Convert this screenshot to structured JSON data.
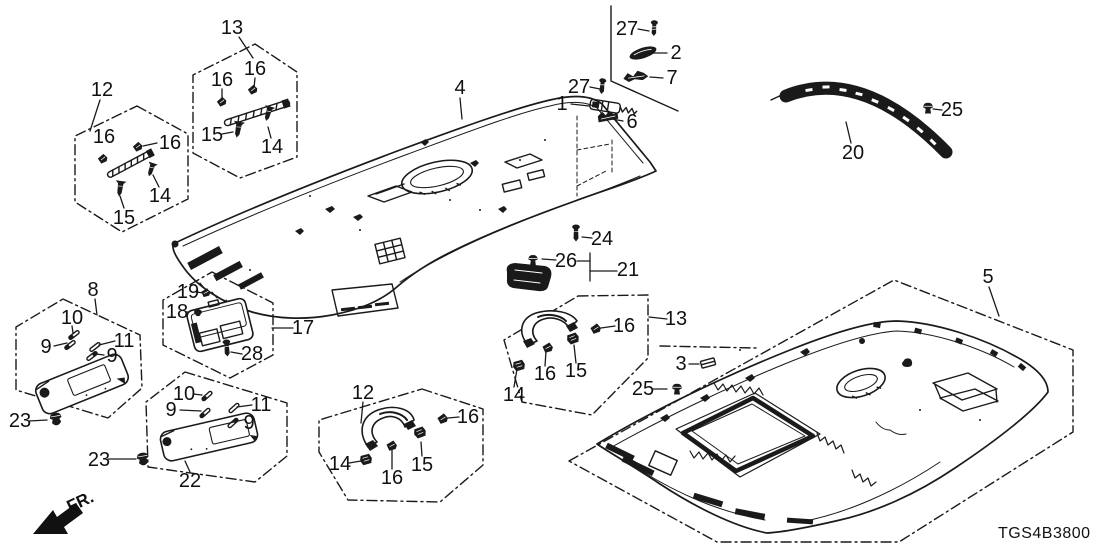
{
  "diagram": {
    "code": "TGS4B3800",
    "fr_label": "FR.",
    "background": "#ffffff",
    "ink": "#1a1a1a"
  },
  "callouts": [
    {
      "text": "13"
    },
    {
      "text": "12"
    },
    {
      "text": "16"
    },
    {
      "text": "16"
    },
    {
      "text": "14"
    },
    {
      "text": "15"
    },
    {
      "text": "16"
    },
    {
      "text": "16"
    },
    {
      "text": "15"
    },
    {
      "text": "14"
    },
    {
      "text": "4"
    },
    {
      "text": "27"
    },
    {
      "text": "2"
    },
    {
      "text": "7"
    },
    {
      "text": "27"
    },
    {
      "text": "1"
    },
    {
      "text": "6"
    },
    {
      "text": "20"
    },
    {
      "text": "25"
    },
    {
      "text": "24"
    },
    {
      "text": "26"
    },
    {
      "text": "21"
    },
    {
      "text": "8"
    },
    {
      "text": "10"
    },
    {
      "text": "9"
    },
    {
      "text": "11"
    },
    {
      "text": "9"
    },
    {
      "text": "19"
    },
    {
      "text": "18"
    },
    {
      "text": "17"
    },
    {
      "text": "28"
    },
    {
      "text": "23"
    },
    {
      "text": "10"
    },
    {
      "text": "9"
    },
    {
      "text": "11"
    },
    {
      "text": "9"
    },
    {
      "text": "23"
    },
    {
      "text": "22"
    },
    {
      "text": "12"
    },
    {
      "text": "16"
    },
    {
      "text": "14"
    },
    {
      "text": "16"
    },
    {
      "text": "15"
    },
    {
      "text": "13"
    },
    {
      "text": "16"
    },
    {
      "text": "16"
    },
    {
      "text": "15"
    },
    {
      "text": "14"
    },
    {
      "text": "3"
    },
    {
      "text": "25"
    },
    {
      "text": "5"
    }
  ]
}
